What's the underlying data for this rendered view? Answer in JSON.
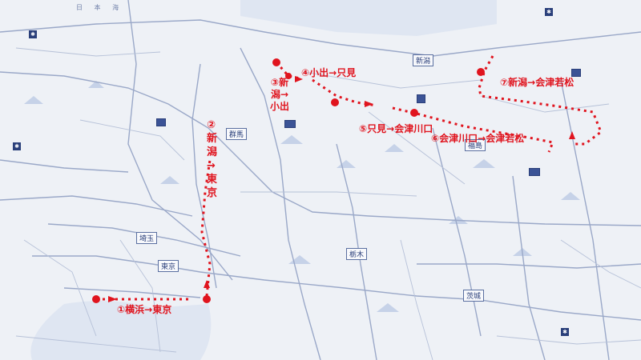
{
  "sea_label": "日 本 海",
  "prefectures": {
    "niigata": "新潟",
    "gunma": "群馬",
    "saitama": "埼玉",
    "tokyo": "東京",
    "tochigi": "栃木",
    "ibaraki": "茨城",
    "fukushima": "福島"
  },
  "route_labels": {
    "leg1": "①横浜→東京",
    "leg2": "②新潟→東京",
    "leg3": "③新潟→小出",
    "leg4": "④小出→只見",
    "leg5": "⑤只見→会津川口",
    "leg6": "⑥会津川口→会津若松",
    "leg7": "⑦新潟→会津若松"
  },
  "route_color": "#e0141e",
  "map_colors": {
    "background": "#eef1f6",
    "rail": "#9aa8c8",
    "sea": "#dfe6f2"
  }
}
